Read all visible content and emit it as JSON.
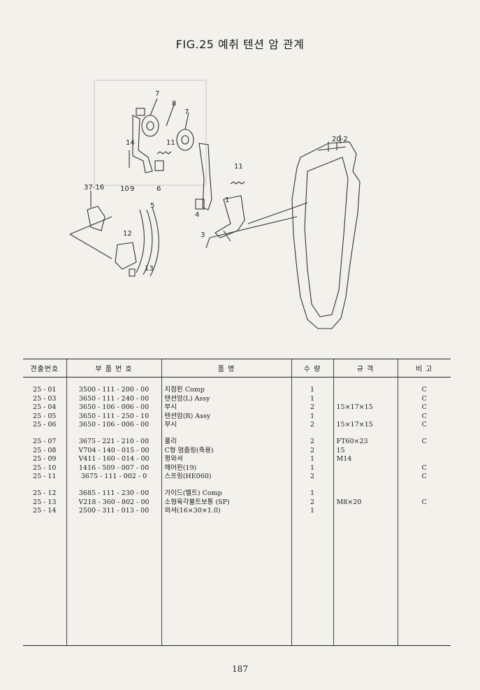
{
  "page": {
    "fig_title": "FIG.25 예취 텐션 암 관계",
    "page_number": "187"
  },
  "diagram": {
    "callouts": [
      "7",
      "8",
      "7",
      "11",
      "14",
      "10",
      "9",
      "6",
      "37-16",
      "5",
      "12",
      "13",
      "4",
      "1",
      "3",
      "11",
      "20-2"
    ]
  },
  "table": {
    "headers": [
      "견출번호",
      "부 품 번 호",
      "품 명",
      "수 량",
      "규 격",
      "비 고"
    ],
    "rows": [
      {
        "ref": "25 - 01",
        "pn": "3500 - 111 - 200 - 00",
        "name": "지점핀 Comp",
        "qty": "1",
        "spec": "",
        "rem": "C"
      },
      {
        "ref": "25 - 03",
        "pn": "3650 - 111 - 240 - 00",
        "name": "텐션암(L) Assy",
        "qty": "1",
        "spec": "",
        "rem": "C"
      },
      {
        "ref": "25 - 04",
        "pn": "3650 - 106 - 006 - 00",
        "name": "부시",
        "qty": "2",
        "spec": "15×17×15",
        "rem": "C"
      },
      {
        "ref": "25 - 05",
        "pn": "3650 - 111 - 250 - 10",
        "name": "텐션암(R) Assy",
        "qty": "1",
        "spec": "",
        "rem": "C"
      },
      {
        "ref": "25 - 06",
        "pn": "3650 - 106 - 006 - 00",
        "name": "부시",
        "qty": "2",
        "spec": "15×17×15",
        "rem": "C"
      },
      {
        "gap": true
      },
      {
        "ref": "25 - 07",
        "pn": "3675 - 221 - 210 - 00",
        "name": "풀리",
        "qty": "2",
        "spec": "FT60×23",
        "rem": "C"
      },
      {
        "ref": "25 - 08",
        "pn": "V704 - 140 - 015 - 00",
        "name": "C형 멈춤링(축용)",
        "qty": "2",
        "spec": "15",
        "rem": ""
      },
      {
        "ref": "25 - 09",
        "pn": "V411 - 160 - 014 - 00",
        "name": "평와셔",
        "qty": "1",
        "spec": "M14",
        "rem": ""
      },
      {
        "ref": "25 - 10",
        "pn": "1416 - 509 - 007 - 00",
        "name": "헤어핀(19)",
        "qty": "1",
        "spec": "",
        "rem": "C"
      },
      {
        "ref": "25 - 11",
        "pn": "3675 - 111 - 002 - 0",
        "name": "스프링(HE060)",
        "qty": "2",
        "spec": "",
        "rem": "C"
      },
      {
        "gap": true
      },
      {
        "ref": "25 - 12",
        "pn": "3685 - 111 - 230 - 00",
        "name": "가이드(벨트) Comp",
        "qty": "1",
        "spec": "",
        "rem": ""
      },
      {
        "ref": "25 - 13",
        "pn": "V218 - 360 - 802 - 00",
        "name": "소형육각볼트보통 (SP)",
        "qty": "2",
        "spec": "M8×20",
        "rem": "C"
      },
      {
        "ref": "25 - 14",
        "pn": "2500 - 311 - 013 - 00",
        "name": "와셔(16×30×1.0)",
        "qty": "1",
        "spec": "",
        "rem": ""
      }
    ]
  }
}
